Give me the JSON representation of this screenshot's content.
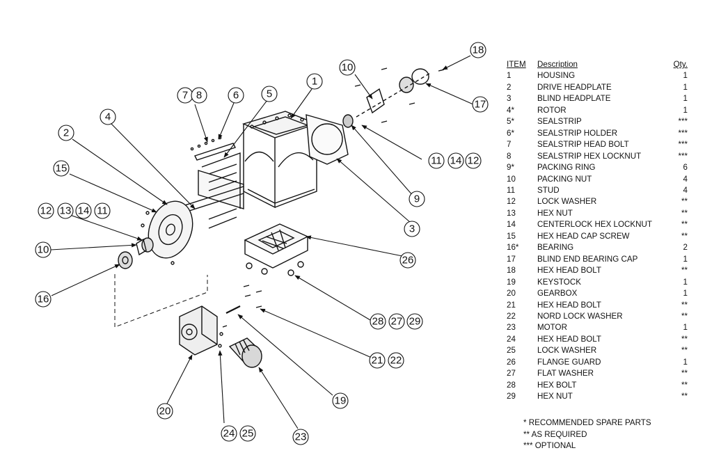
{
  "callouts": {
    "c1": "1",
    "c2": "2",
    "c3": "3",
    "c4": "4",
    "c5": "5",
    "c6": "6",
    "c7": "7",
    "c8": "8",
    "c9": "9",
    "c10a": "10",
    "c10b": "10",
    "c11a": "11",
    "c11b": "11",
    "c12a": "12",
    "c12b": "12",
    "c13": "13",
    "c14a": "14",
    "c14b": "14",
    "c15": "15",
    "c16": "16",
    "c17": "17",
    "c18": "18",
    "c19": "19",
    "c20": "20",
    "c21": "21",
    "c22": "22",
    "c23": "23",
    "c24": "24",
    "c25": "25",
    "c26": "26",
    "c27": "27",
    "c28": "28",
    "c29": "29"
  },
  "table": {
    "headers": {
      "item": "ITEM",
      "description": "Description",
      "qty": "Qty."
    },
    "rows": [
      {
        "item": "1",
        "description": "HOUSING",
        "qty": "1"
      },
      {
        "item": "2",
        "description": "DRIVE HEADPLATE",
        "qty": "1"
      },
      {
        "item": "3",
        "description": "BLIND HEADPLATE",
        "qty": "1"
      },
      {
        "item": "4*",
        "description": "ROTOR",
        "qty": "1"
      },
      {
        "item": "5*",
        "description": "SEALSTRIP",
        "qty": "***"
      },
      {
        "item": "6*",
        "description": "SEALSTRIP HOLDER",
        "qty": "***"
      },
      {
        "item": "7",
        "description": "SEALSTRIP HEAD BOLT",
        "qty": "***"
      },
      {
        "item": "8",
        "description": "SEALSTRIP HEX LOCKNUT",
        "qty": "***"
      },
      {
        "item": "9*",
        "description": "PACKING RING",
        "qty": "6"
      },
      {
        "item": "10",
        "description": "PACKING NUT",
        "qty": "4"
      },
      {
        "item": "11",
        "description": "STUD",
        "qty": "4"
      },
      {
        "item": "12",
        "description": "LOCK WASHER",
        "qty": "**"
      },
      {
        "item": "13",
        "description": "HEX NUT",
        "qty": "**"
      },
      {
        "item": "14",
        "description": "CENTERLOCK HEX LOCKNUT",
        "qty": "**"
      },
      {
        "item": "15",
        "description": "HEX HEAD CAP SCREW",
        "qty": "**"
      },
      {
        "item": "16*",
        "description": "BEARING",
        "qty": "2"
      },
      {
        "item": "17",
        "description": "BLIND END BEARING CAP",
        "qty": "1"
      },
      {
        "item": "18",
        "description": "HEX HEAD BOLT",
        "qty": "**"
      },
      {
        "item": "19",
        "description": "KEYSTOCK",
        "qty": "1"
      },
      {
        "item": "20",
        "description": "GEARBOX",
        "qty": "1"
      },
      {
        "item": "21",
        "description": "HEX HEAD BOLT",
        "qty": "**"
      },
      {
        "item": "22",
        "description": "NORD LOCK WASHER",
        "qty": "**"
      },
      {
        "item": "23",
        "description": "MOTOR",
        "qty": "1"
      },
      {
        "item": "24",
        "description": "HEX HEAD BOLT",
        "qty": "**"
      },
      {
        "item": "25",
        "description": "LOCK WASHER",
        "qty": "**"
      },
      {
        "item": "26",
        "description": "FLANGE GUARD",
        "qty": "1"
      },
      {
        "item": "27",
        "description": "FLAT WASHER",
        "qty": "**"
      },
      {
        "item": "28",
        "description": "HEX BOLT",
        "qty": "**"
      },
      {
        "item": "29",
        "description": "HEX NUT",
        "qty": "**"
      }
    ]
  },
  "notes": {
    "n1": "* RECOMMENDED SPARE PARTS",
    "n2": "** AS REQUIRED",
    "n3": "*** OPTIONAL"
  },
  "colors": {
    "ink": "#111111",
    "paper": "#ffffff"
  }
}
